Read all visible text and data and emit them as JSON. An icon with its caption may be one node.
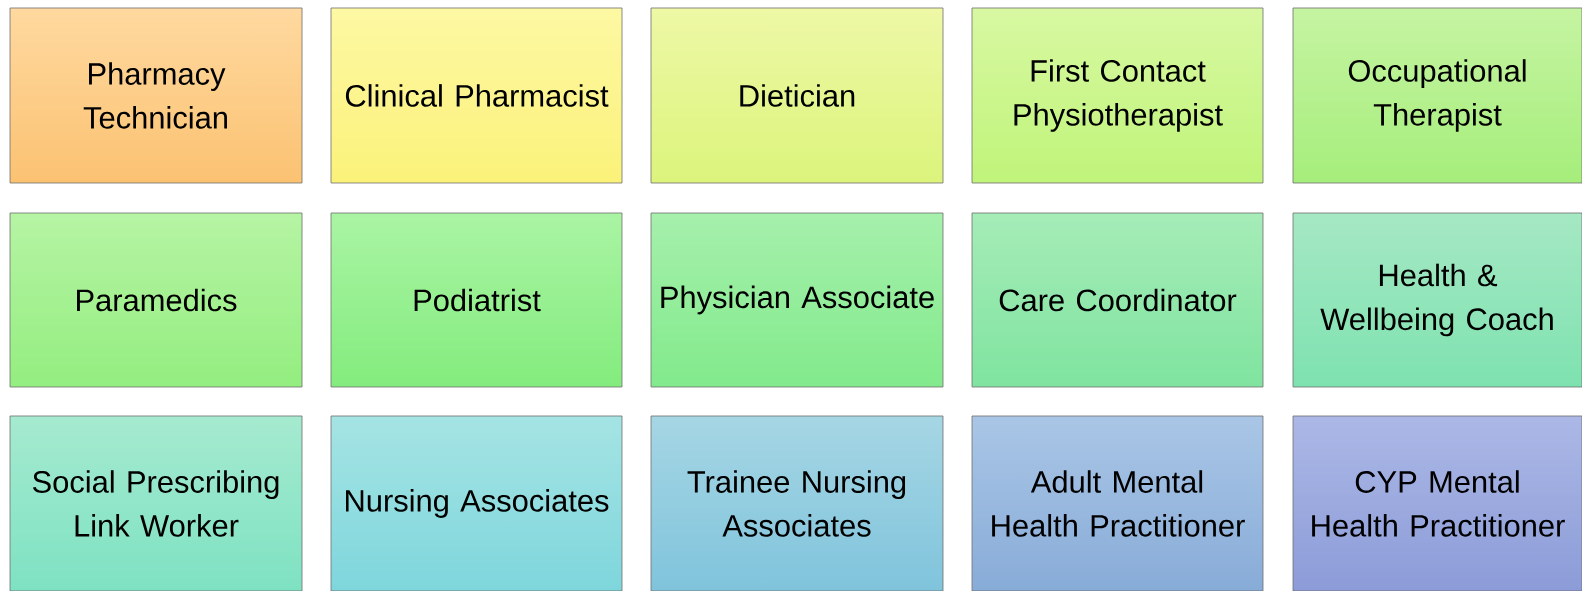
{
  "diagram": {
    "nodes": [
      {
        "text": [
          "Pharmacy Technician"
        ]
      },
      {
        "text": [
          "Clinical Pharmacist"
        ]
      },
      {
        "text": [
          "Dietician"
        ]
      },
      {
        "text": [
          "First Contact Physiotherapist"
        ]
      },
      {
        "text": [
          "Occupational Therapist"
        ]
      },
      {
        "text": [
          "Paramedics"
        ]
      },
      {
        "text": [
          "Podiatrist"
        ]
      },
      {
        "text": [
          "Physician Associate"
        ]
      },
      {
        "text": [
          "Care Coordinator"
        ]
      },
      {
        "text": [
          "Health & Wellbeing Coach"
        ]
      },
      {
        "text": [
          "Social Prescribing Link Worker"
        ]
      },
      {
        "text": [
          "Nursing Associates"
        ]
      },
      {
        "text": [
          "Trainee Nursing Associates"
        ]
      },
      {
        "text": [
          "Adult Mental Health Practitioner"
        ]
      },
      {
        "text": [
          "CYP Mental Health Practitioner"
        ]
      }
    ]
  }
}
